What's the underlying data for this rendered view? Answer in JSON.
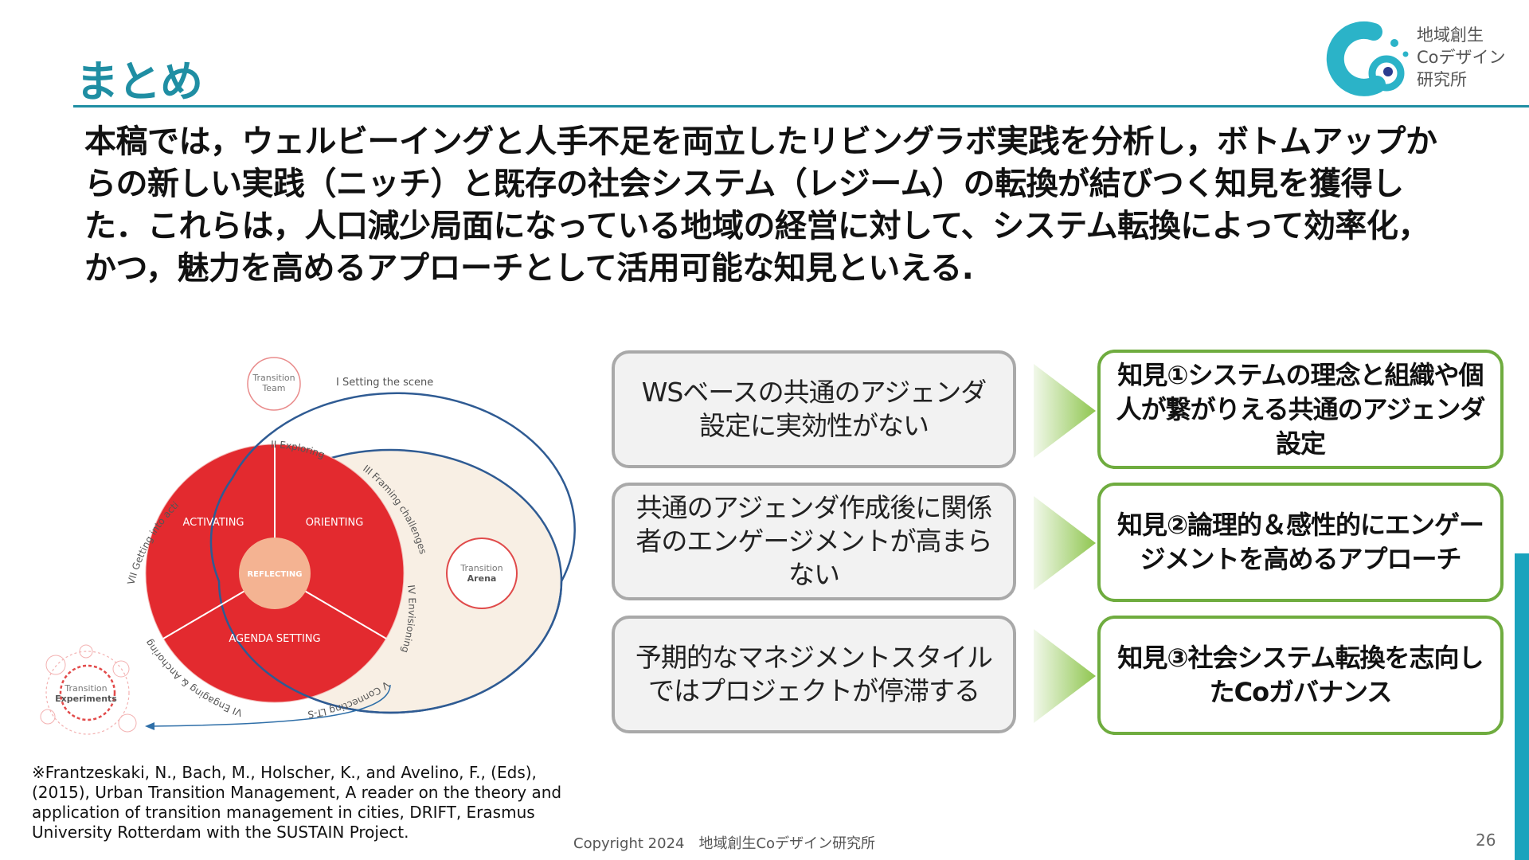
{
  "title": "まとめ",
  "logo": {
    "line1": "地域創生",
    "line2": "Coデザイン",
    "line3": "研究所"
  },
  "summary": "本稿では，ウェルビーイングと人手不足を両立したリビングラボ実践を分析し，ボトムアップからの新しい実践（ニッチ）と既存の社会システム（レジーム）の転換が結びつく知見を獲得した．これらは，人口減少局面になっている地域の経営に対して、システム転換によって効率化，かつ，魅力を高めるアプローチとして活用可能な知見といえる.",
  "diagram": {
    "transition_team": [
      "Transition",
      "Team"
    ],
    "setting_scene": "I Setting the scene",
    "exploring": "II Exploring",
    "framing": "III Framing challenges",
    "envisioning": "IV Envisioning",
    "connecting": "V Connecting LT-S",
    "engaging": "VI Engaging & Anchoring",
    "getting": "VII Getting into action",
    "activating": "ACTIVATING",
    "orienting": "ORIENTING",
    "reflecting": "REFLECTING",
    "agenda": "AGENDA SETTING",
    "arena": [
      "Transition",
      "Arena"
    ],
    "experiments": [
      "Transition",
      "Experiments"
    ]
  },
  "citation": "※Frantzeskaki, N., Bach, M., Holscher, K., and Avelino, F., (Eds), (2015), Urban Transition Management, A reader on the theory and application of transition management in cities, DRIFT, Erasmus University Rotterdam with the SUSTAIN Project.",
  "problems": [
    "WSベースの共通のアジェンダ設定に実効性がない",
    "共通のアジェンダ作成後に関係者のエンゲージメントが高まらない",
    "予期的なマネジメントスタイルではプロジェクトが停滞する"
  ],
  "findings": [
    "知見①システムの理念と組織や個人が繋がりえる共通のアジェンダ設定",
    "知見②論理的＆感性的にエンゲージメントを高めるアプローチ",
    "知見③社会システム転換を志向したCoガバナンス"
  ],
  "copyright": "Copyright 2024　地域創生Coデザイン研究所",
  "page_number": "26",
  "colors": {
    "title": "#1f8ea3",
    "problem_border": "#a9a9a9",
    "finding_border": "#6fac3f",
    "diagram_red": "#e32a2f",
    "arena_fill": "#f8efe4",
    "arena_stroke": "#2f5b93"
  }
}
